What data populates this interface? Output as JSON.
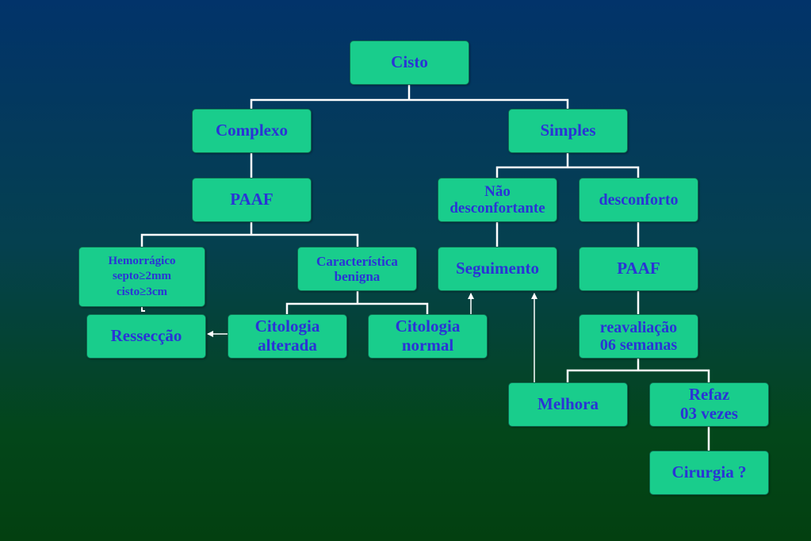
{
  "nodes": {
    "cisto": "Cisto",
    "complexo": "Complexo",
    "simples": "Simples",
    "paaf_left": "PAAF",
    "nao_desconfortante": [
      "Não",
      "desconfortante"
    ],
    "desconforto": "desconforto",
    "hemorragico": [
      "Hemorrágico",
      "septo≥2mm",
      "cisto≥3cm"
    ],
    "caracteristica_benigna": [
      "Característica",
      "benigna"
    ],
    "seguimento": "Seguimento",
    "paaf_right": "PAAF",
    "resseccao": "Ressecção",
    "citologia_alterada": [
      "Citologia",
      "alterada"
    ],
    "citologia_normal": [
      "Citologia",
      "normal"
    ],
    "reavaliacao": [
      "reavaliação",
      "06 semanas"
    ],
    "melhora": "Melhora",
    "refaz": [
      "Refaz",
      "03 vezes"
    ],
    "cirurgia": "Cirurgia ?"
  },
  "colors": {
    "box_fill": "#19cd8c",
    "box_text": "#2a33d6",
    "connector": "#ffffff"
  }
}
